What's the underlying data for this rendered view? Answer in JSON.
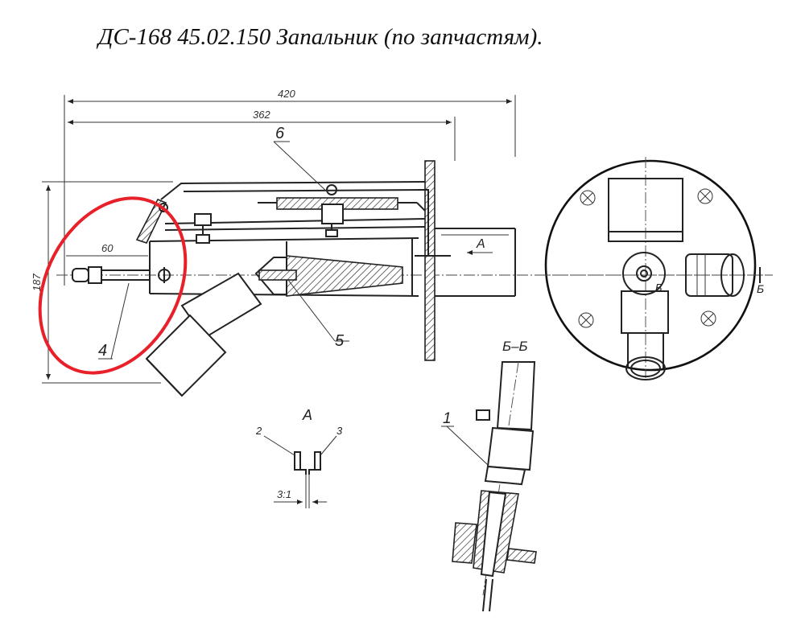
{
  "title": "ДС-168 45.02.150 Запальник (по запчастям).",
  "dimensions": {
    "overall_length": "420",
    "inner_length": "362",
    "height": "187",
    "nozzle_length": "60"
  },
  "view_labels": {
    "arrow_view": "А",
    "view_a": "А",
    "section": "Б–Б",
    "section_mark_1": "Б",
    "section_mark_2": "Б",
    "scale": "3:1"
  },
  "part_numbers": {
    "p1": "1",
    "p2": "2",
    "p3": "3",
    "p4": "4",
    "p5": "5",
    "p6": "6"
  },
  "highlight": {
    "color": "#e8202a",
    "target": "4"
  }
}
